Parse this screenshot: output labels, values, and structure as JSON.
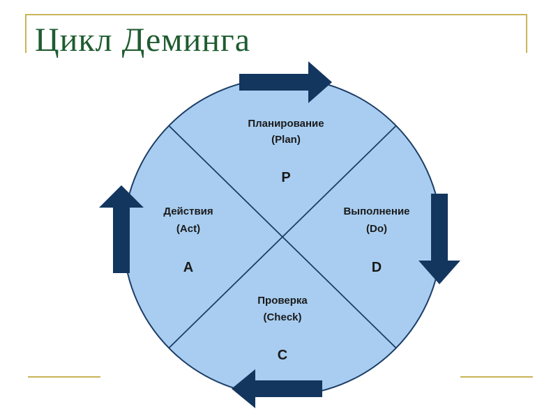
{
  "title": "Цикл Деминга",
  "colors": {
    "circle_fill": "#a8cdf0",
    "circle_stroke": "#1c3d66",
    "arrow": "#13365f",
    "title": "#1e5c30",
    "rule": "#c9b458"
  },
  "quadrants": {
    "plan": {
      "name": "Планирование",
      "english": "(Plan)",
      "letter": "P"
    },
    "do": {
      "name": "Выполнение",
      "english": "(Do)",
      "letter": "D"
    },
    "check": {
      "name": "Проверка",
      "english": "(Check)",
      "letter": "C"
    },
    "act": {
      "name": "Действия",
      "english": "(Act)",
      "letter": "A"
    }
  },
  "arrows": {
    "top": "arrow-right-icon",
    "right": "arrow-down-icon",
    "bottom": "arrow-left-icon",
    "left": "arrow-up-icon"
  }
}
